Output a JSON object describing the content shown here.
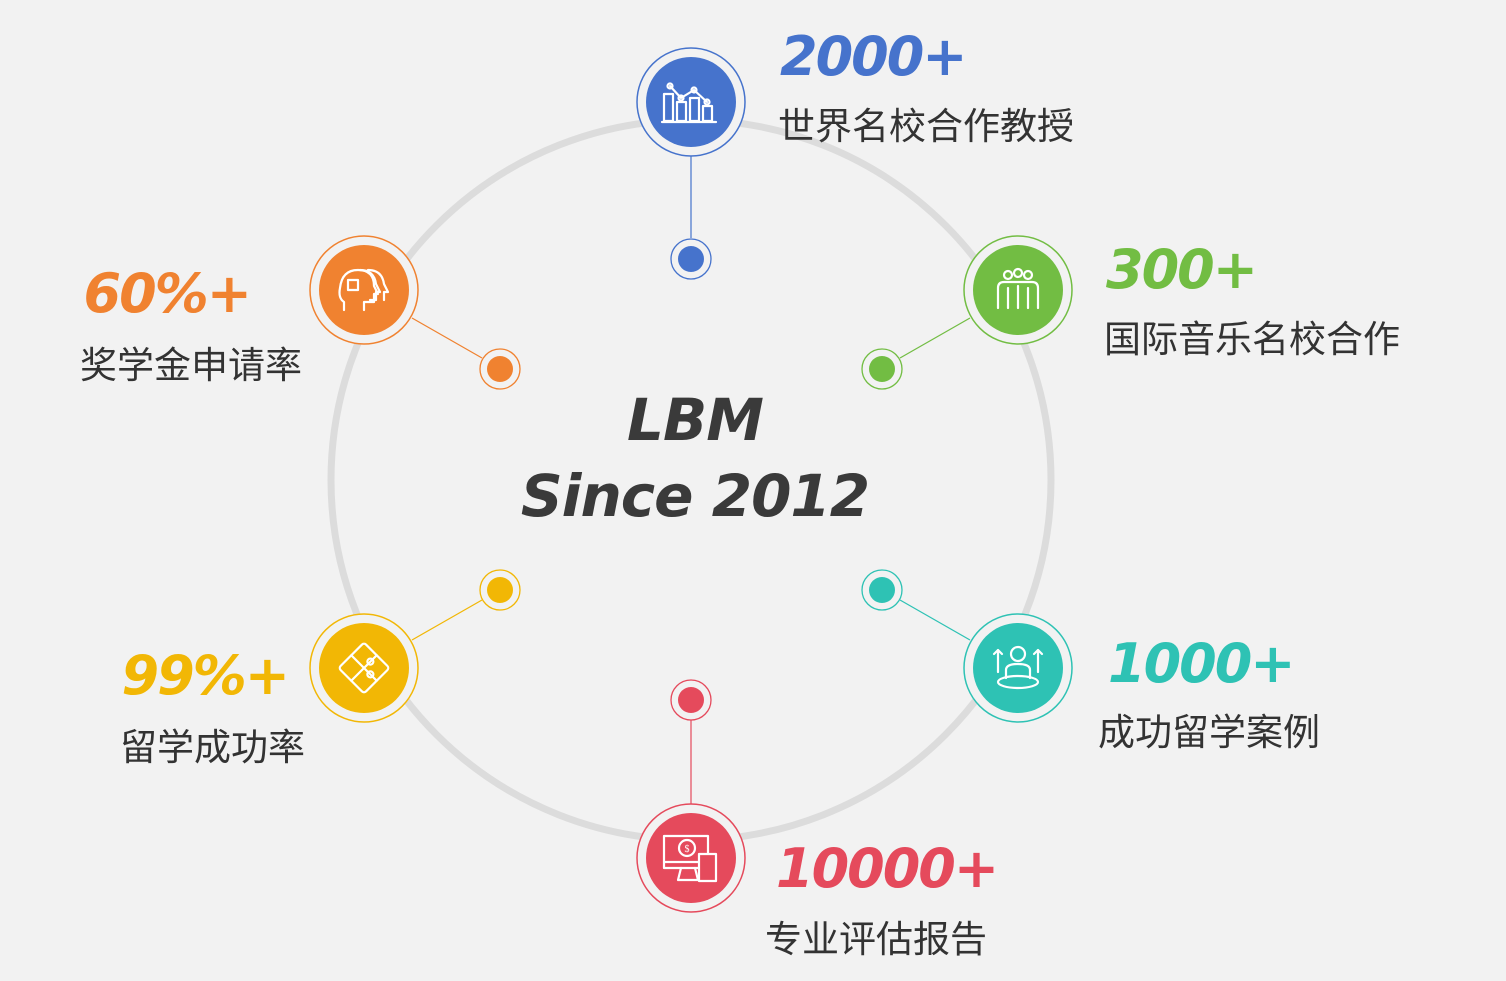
{
  "center": {
    "line1": "LBM",
    "line2": "Since 2012"
  },
  "stats": [
    {
      "id": "professors",
      "value": "2000+",
      "label": "世界名校合作教授",
      "color": "#4673cc",
      "icon": "bar-chart-icon"
    },
    {
      "id": "schools",
      "value": "300+",
      "label": "国际音乐名校合作",
      "color": "#72bd43",
      "icon": "team-icon"
    },
    {
      "id": "cases",
      "value": "1000+",
      "label": "成功留学案例",
      "color": "#2ec2b4",
      "icon": "growth-person-icon"
    },
    {
      "id": "reports",
      "value": "10000+",
      "label": "专业评估报告",
      "color": "#e54a5c",
      "icon": "monitor-money-icon"
    },
    {
      "id": "success",
      "value": "99%+",
      "label": "留学成功率",
      "color": "#f2b705",
      "icon": "puzzle-icon"
    },
    {
      "id": "scholarship",
      "value": "60%+",
      "label": "奖学金申请率",
      "color": "#f08230",
      "icon": "head-puzzle-icon"
    }
  ]
}
